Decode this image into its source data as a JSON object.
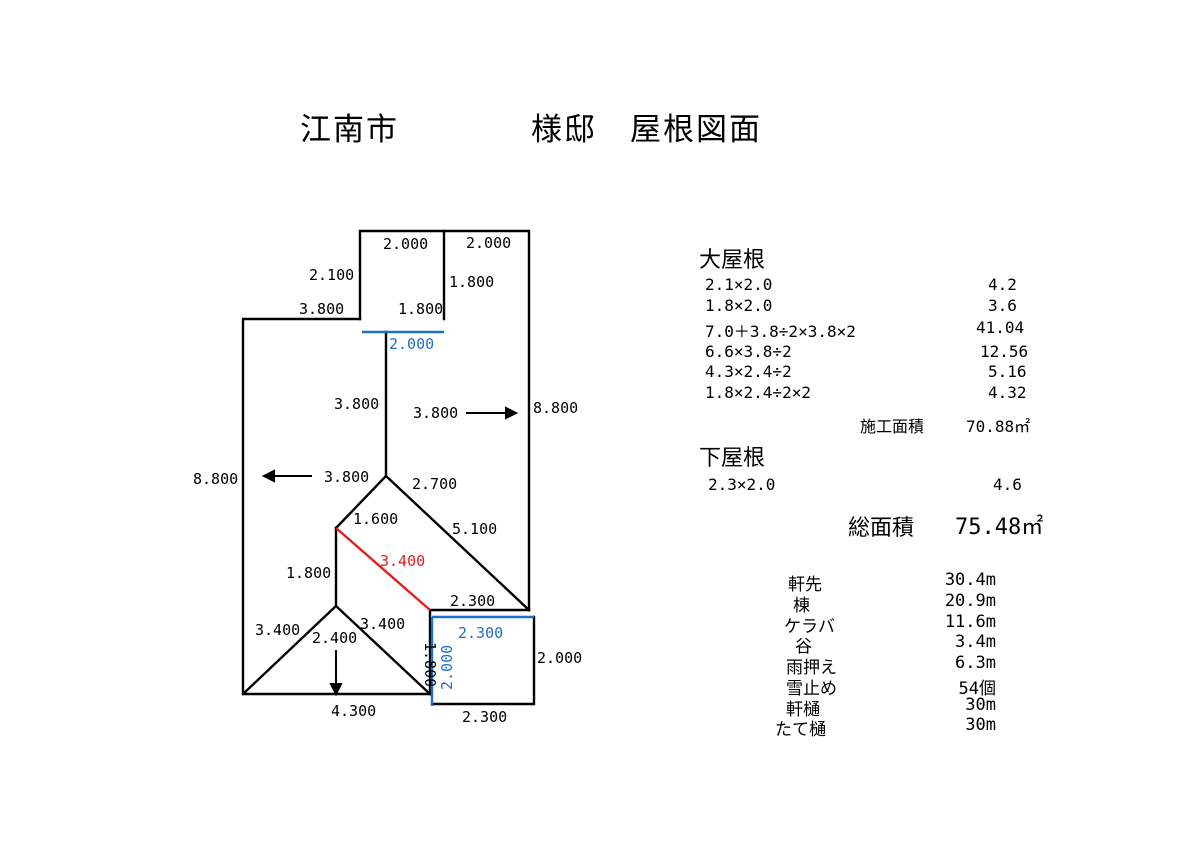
{
  "title": "江南市　　　　様邸　屋根図面",
  "colors": {
    "line": "#000000",
    "blue": "#1f6fc4",
    "red": "#e0201e"
  },
  "plan_labels": [
    "2.000",
    "2.000",
    "2.100",
    "1.800",
    "3.800",
    "1.800",
    "2.000",
    "3.800",
    "3.800",
    "8.800",
    "8.800",
    "3.800",
    "2.700",
    "1.600",
    "5.100",
    "3.400",
    "1.800",
    "2.300",
    "3.400",
    "2.400",
    "3.400",
    "2.300",
    "1.800",
    "2.000",
    "2.000",
    "4.300",
    "2.300"
  ],
  "main_roof": {
    "heading": "大屋根",
    "rows": [
      {
        "formula": "2.1×2.0",
        "value": "4.2"
      },
      {
        "formula": "1.8×2.0",
        "value": "3.6"
      },
      {
        "formula": "7.0＋3.8÷2×3.8×2",
        "value": "41.04"
      },
      {
        "formula": "6.6×3.8÷2",
        "value": "12.56"
      },
      {
        "formula": "4.3×2.4÷2",
        "value": "5.16"
      },
      {
        "formula": "1.8×2.4÷2×2",
        "value": "4.32"
      }
    ],
    "subtotal_label": "施工面積",
    "subtotal_value": "70.88㎡"
  },
  "lower_roof": {
    "heading": "下屋根",
    "rows": [
      {
        "formula": "2.3×2.0",
        "value": "4.6"
      }
    ]
  },
  "total": {
    "label": "総面積",
    "value": "75.48㎡"
  },
  "materials": [
    {
      "name": "軒先",
      "qty": "30.4m"
    },
    {
      "name": "棟",
      "qty": "20.9m"
    },
    {
      "name": "ケラバ",
      "qty": "11.6m"
    },
    {
      "name": "谷",
      "qty": "3.4m"
    },
    {
      "name": "雨押え",
      "qty": "6.3m"
    },
    {
      "name": "雪止め",
      "qty": "54個"
    },
    {
      "name": "軒樋",
      "qty": "30m"
    },
    {
      "name": "たて樋",
      "qty": "30m"
    }
  ]
}
